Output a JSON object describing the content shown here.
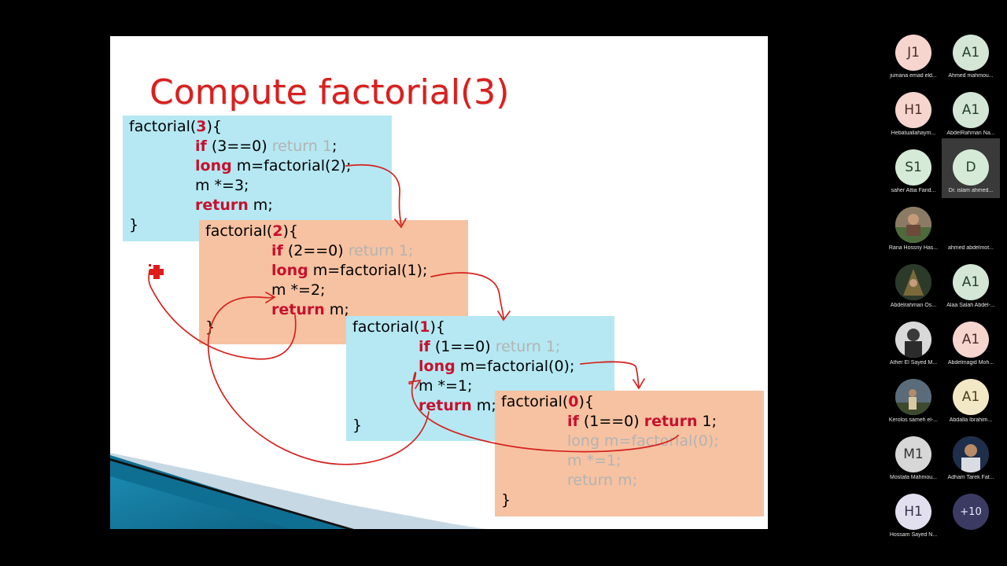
{
  "slide": {
    "title": "Compute factorial(3)",
    "boxes": [
      {
        "id": "f3",
        "header": "factorial(",
        "arg": "3",
        "header_end": "){",
        "if_kw": "if",
        "cond": " (3==0) ",
        "if_return": "return 1",
        "if_semi": ";",
        "long_kw": "long",
        "call": " m=factorial(2);",
        "mult": "m *=3;",
        "ret_kw": "return",
        "ret_val": " m;",
        "close": "}"
      },
      {
        "id": "f2",
        "header": "factorial(",
        "arg": "2",
        "header_end": "){",
        "if_kw": "if",
        "cond": " (2==0) ",
        "if_return": "return 1;",
        "long_kw": "long",
        "call": " m=factorial(1);",
        "mult": "m *=2;",
        "ret_kw": "return",
        "ret_val": " m;",
        "close": "}"
      },
      {
        "id": "f1",
        "header": "factorial(",
        "arg": "1",
        "header_end": "){",
        "if_kw": "if",
        "cond": " (1==0) ",
        "if_return": "return 1;",
        "long_kw": "long",
        "call": " m=factorial(0);",
        "mult": "m *=1;",
        "ret_kw": "return",
        "ret_val": " m;",
        "close": "}"
      },
      {
        "id": "f0",
        "header": "factorial(",
        "arg": "0",
        "header_end": "){",
        "if_kw": "if",
        "cond": " (1==0) ",
        "ret_kw": "return",
        "if_return_val": " 1;",
        "faded_long": "long m=factorial(0);",
        "faded_mult": "m *=1;",
        "faded_return": "return m;",
        "close": "}"
      }
    ]
  },
  "participants": [
    {
      "initials": "J1",
      "name": "jumana emad eld...",
      "color": "pink"
    },
    {
      "initials": "A1",
      "name": "Ahmed mahmou...",
      "color": "green"
    },
    {
      "initials": "H1",
      "name": "Hebatuallahaym...",
      "color": "pink"
    },
    {
      "initials": "A1",
      "name": "AbdelRahman Na...",
      "color": "green"
    },
    {
      "initials": "S1",
      "name": "saher Attia Farid...",
      "color": "mint"
    },
    {
      "initials": "D",
      "name": "Dr. islam ahmed...",
      "color": "mint",
      "active": true
    },
    {
      "initials": "",
      "name": "Rana Hossny Has...",
      "color": "photo"
    },
    {
      "initials": "",
      "name": "ahmed abdelmot...",
      "color": "none"
    },
    {
      "initials": "",
      "name": "Abdelrahman Os...",
      "color": "photo"
    },
    {
      "initials": "A1",
      "name": "Alaa Salah Abdel-...",
      "color": "green"
    },
    {
      "initials": "",
      "name": "Ather El Sayed M...",
      "color": "photo"
    },
    {
      "initials": "A1",
      "name": "Abdelmagid Moh...",
      "color": "pink"
    },
    {
      "initials": "",
      "name": "Kerolos sameh el-...",
      "color": "photo"
    },
    {
      "initials": "A1",
      "name": "Abdalla Ibrahim...",
      "color": "cream"
    },
    {
      "initials": "M1",
      "name": "Mostafa Mahmou...",
      "color": "gray"
    },
    {
      "initials": "",
      "name": "Adham Tarek Fat...",
      "color": "photo"
    },
    {
      "initials": "H1",
      "name": "Hossam Sayed N...",
      "color": "lilac"
    },
    {
      "initials": "+10",
      "name": "",
      "color": "more"
    }
  ]
}
